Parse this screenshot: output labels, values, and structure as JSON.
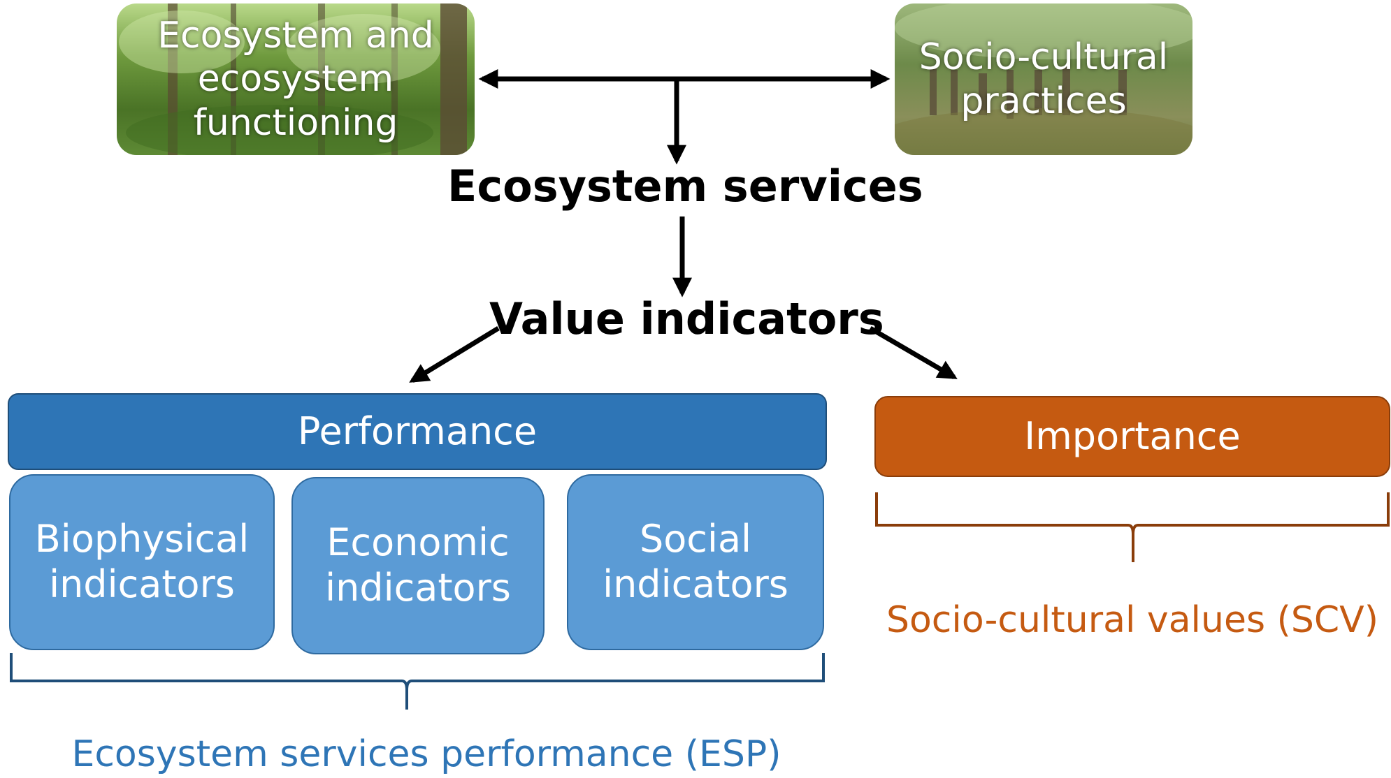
{
  "top_left_box": {
    "lines": [
      "Ecosystem and",
      "ecosystem",
      "functioning"
    ]
  },
  "top_right_box": {
    "lines": [
      "Socio-cultural",
      "practices"
    ]
  },
  "ecosystem_services": "Ecosystem services",
  "value_indicators": "Value indicators",
  "performance": {
    "label": "Performance",
    "color": "#2e75b6"
  },
  "indicators": [
    {
      "lines": [
        "Biophysical",
        "indicators"
      ]
    },
    {
      "lines": [
        "Economic",
        "indicators"
      ]
    },
    {
      "lines": [
        "Social",
        "indicators"
      ]
    }
  ],
  "indicator_color": "#5b9bd5",
  "esp_label": "Ecosystem services performance (ESP)",
  "esp_color": "#2e75b6",
  "importance": {
    "label": "Importance",
    "color": "#c55a11"
  },
  "scv_label": "Socio-cultural values (SCV)",
  "scv_color": "#c55a11"
}
